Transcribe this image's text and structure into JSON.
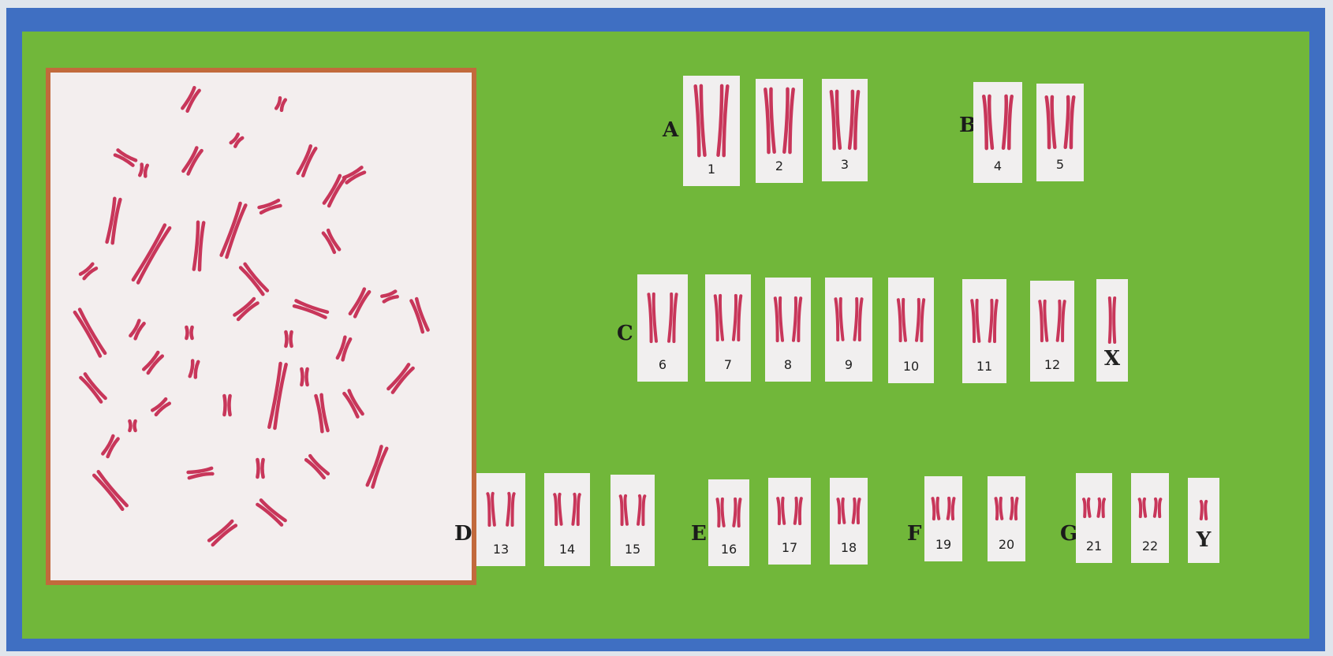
{
  "figure": {
    "colors": {
      "frame": "#3f6fc2",
      "panel": "#71b73a",
      "spread_border": "#c26a3c",
      "card": "#f1efef",
      "chromosome": "#c8365a"
    },
    "groups": [
      {
        "label": "A",
        "cards": [
          "1",
          "2",
          "3"
        ]
      },
      {
        "label": "B",
        "cards": [
          "4",
          "5"
        ]
      },
      {
        "label": "C",
        "cards": [
          "6",
          "7",
          "8",
          "9",
          "10",
          "11",
          "12",
          "X"
        ]
      },
      {
        "label": "D",
        "cards": [
          "13",
          "14",
          "15"
        ]
      },
      {
        "label": "E",
        "cards": [
          "16",
          "17",
          "18"
        ]
      },
      {
        "label": "F",
        "cards": [
          "19",
          "20"
        ]
      },
      {
        "label": "G",
        "cards": [
          "21",
          "22",
          "Y"
        ]
      }
    ]
  }
}
